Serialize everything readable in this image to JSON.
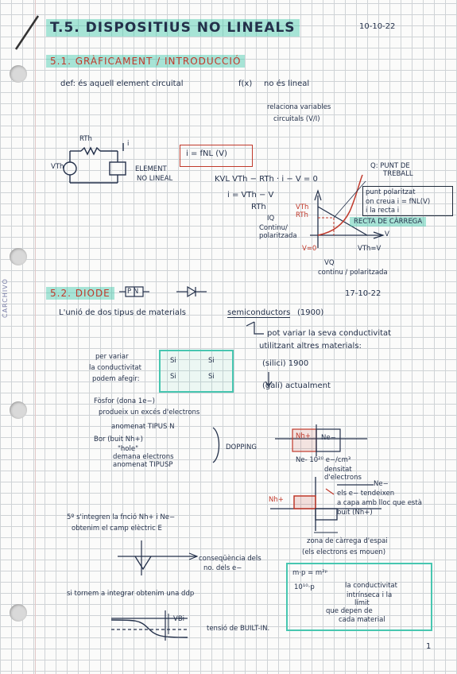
{
  "header": {
    "title": "T.5. DISPOSITIUS NO LINEALS",
    "date": "10-10-22"
  },
  "s1": {
    "heading": "5.1. GRÀFICAMENT / INTRODUCCIÓ",
    "def_a": "def: és aquell element circuital",
    "fx": "f(x)",
    "def_b": "no és lineal",
    "rel1": "relaciona variables",
    "rel2": "circuitals (V/I)",
    "rth": "RTh",
    "vth": "VTh",
    "i": "i",
    "element1": "ELEMENT",
    "element2": "NO LINEAL",
    "eq_box": "i = fNL (V)",
    "kvl": "KVL  VTh − RTh · i − V = 0",
    "i_eq": "i = VTh − V",
    "i_den": "RTh",
    "q_label": "Q: PUNT DE",
    "q_label2": "TREBALL",
    "punt1": "punt polaritzat",
    "punt2": "on creua i = fNL(V)",
    "punt3": "i la recta i",
    "recta": "RECTA DE CÀRREGA",
    "vth_over_rth": "VTh",
    "rth_small": "RTh",
    "iq": "IQ",
    "cont_pol": "Continu/",
    "cont_pol2": "polaritzada",
    "v0": "V=0",
    "vq": "VQ",
    "vthv": "VTh=V",
    "cont_pol3": "continu / polaritzada",
    "v_axis": "V"
  },
  "s2": {
    "heading": "5.2. DIODE",
    "pn": "P N",
    "date": "17-10-22",
    "unio_a": "L'unió de dos tipus de materials",
    "unio_b": "semiconductors",
    "year": "(1900)",
    "per_a": "pot variar la seva conductivitat",
    "per_b": "utilitzant altres materials:",
    "sil": "(silici) 1900",
    "gal": "(galí) actualment",
    "per_variar": "per variar",
    "conduct": "la conductivitat",
    "podem": "podem afegir:",
    "si1": "Si",
    "si2": "Si",
    "si3": "Si",
    "si4": "Si",
    "foss1": "Fòsfor (dona 1e−)",
    "foss2": "produeix un excés d'electrons",
    "foss3": "anomenat TIPUS N",
    "bor1": "Bor (buit Nh+)",
    "bor2": "\"hole\"",
    "bor3": "demana electrons",
    "bor4": "anomenat TIPUSP",
    "dopping": "DOPPING",
    "nh": "Nh+",
    "ne": "Ne−",
    "ne_val": "Ne- 10²⁰ e−/cm³",
    "dens1": "densitat",
    "dens2": "d'electrons",
    "ne_side": "Ne−",
    "r1": "els e− tendeixen",
    "r2": "a capa amb lloc que està",
    "r3": "buit (Nh+)",
    "nh_left": "Nh+",
    "zona1": "zona de càrrega d'espai",
    "zona2": "(els electrons es mouen)",
    "n5a": "5º s'integren la fnció Nh+ i Ne−",
    "n5b": "obtenim el camp elèctric E",
    "conseq1": "conseqüència dels",
    "conseq2": "no. dels e−",
    "emf": "m·p = m²ᵖ",
    "emf2": "10¹⁰·p",
    "emf3": "la conductivitat",
    "emf4": "intrínseca i la",
    "emf5": "límit",
    "emf6": "que depen de",
    "emf7": "cada material",
    "tornar": "si tornem a integrar obtenim una ddp",
    "vbi": "VBi",
    "tensio": "tensió de BUILT-IN.",
    "page": "1"
  }
}
